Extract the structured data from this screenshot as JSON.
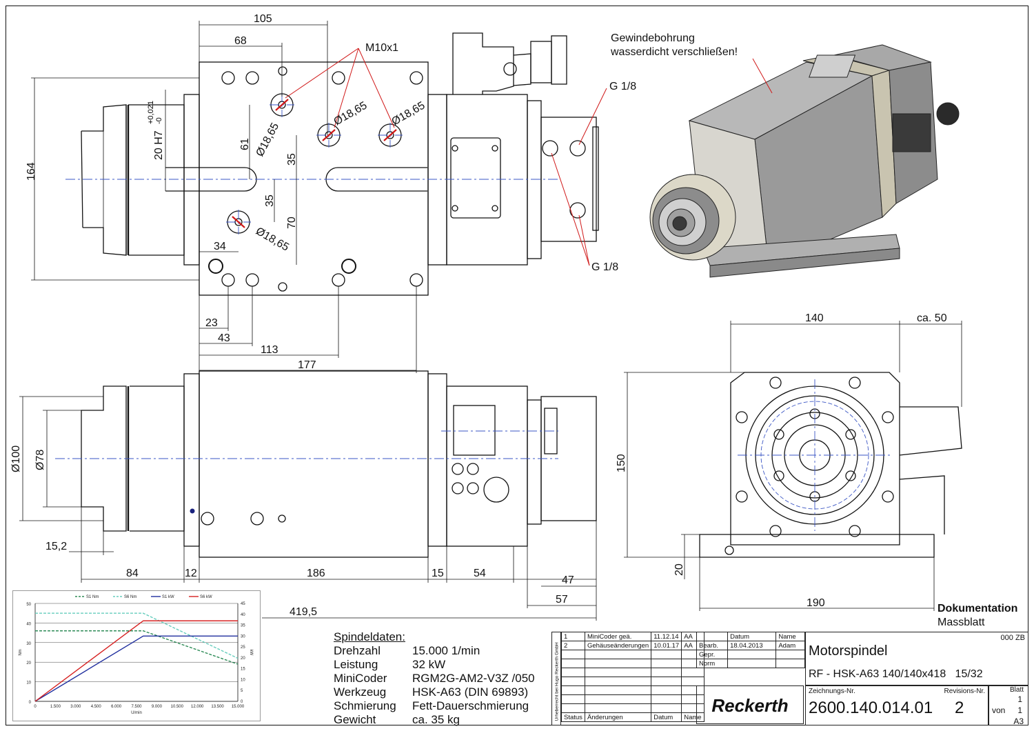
{
  "drawing": {
    "top_view": {
      "dims": [
        "105",
        "68",
        "164",
        "61",
        "35",
        "35",
        "70",
        "34",
        "23",
        "43",
        "113",
        "177"
      ],
      "fit_label": "20 H7",
      "fit_tol_upper": "+0,021",
      "fit_tol_lower": "-0",
      "hole_dia": "Ø18,65",
      "thread_label": "M10x1",
      "port_label": "G 1/8"
    },
    "side_view": {
      "dims": [
        "Ø100",
        "Ø78",
        "15,2",
        "84",
        "12",
        "186",
        "15",
        "54",
        "47",
        "57",
        "419,5"
      ]
    },
    "front_view": {
      "dims": [
        "140",
        "ca. 50",
        "150",
        "20",
        "190"
      ]
    },
    "iso_note_line1": "Gewindebohrung",
    "iso_note_line2": "wasserdicht verschließen!"
  },
  "chart_data": {
    "type": "line",
    "legend": [
      "S1 Nm",
      "S6 Nm",
      "S1 kW",
      "S6 kW"
    ],
    "x_ticks": [
      "0",
      "1.500",
      "3.000",
      "4.500",
      "6.000",
      "7.500",
      "9.000",
      "10.500",
      "12.000",
      "13.500",
      "15.000"
    ],
    "y_left_ticks": [
      "0",
      "10",
      "20",
      "30",
      "40",
      "50"
    ],
    "y_right_ticks": [
      "0",
      "5",
      "10",
      "15",
      "20",
      "25",
      "30",
      "35",
      "40",
      "45"
    ],
    "xlabel": "U/min",
    "ylabel_left": "Nm",
    "ylabel_right": "kW",
    "xlim": [
      0,
      15000
    ],
    "ylim_left": [
      0,
      50
    ],
    "ylim_right": [
      0,
      45
    ],
    "series": [
      {
        "name": "S1 Nm",
        "axis": "left",
        "color": "#2e8b57",
        "dash": true,
        "x": [
          0,
          8000,
          15000
        ],
        "y": [
          36,
          36,
          19
        ]
      },
      {
        "name": "S6 Nm",
        "axis": "left",
        "color": "#66cdbd",
        "dash": true,
        "x": [
          0,
          8000,
          15000
        ],
        "y": [
          45,
          45,
          22
        ]
      },
      {
        "name": "S1 kW",
        "axis": "right",
        "color": "#1f2e9e",
        "dash": false,
        "x": [
          0,
          8000,
          15000
        ],
        "y": [
          0,
          30,
          30
        ]
      },
      {
        "name": "S6 kW",
        "axis": "right",
        "color": "#d62020",
        "dash": false,
        "x": [
          0,
          8000,
          15000
        ],
        "y": [
          0,
          37,
          37
        ]
      }
    ],
    "grid": true
  },
  "spec": {
    "title": "Spindeldaten:",
    "rows": [
      {
        "k": "Drehzahl",
        "v": "15.000 1/min"
      },
      {
        "k": "Leistung",
        "v": "32 kW"
      },
      {
        "k": "MiniCoder",
        "v": "RGM2G-AM2-V3Z /050"
      },
      {
        "k": "Werkzeug",
        "v": "HSK-A63 (DIN 69893)"
      },
      {
        "k": "Schmierung",
        "v": "Fett-Dauerschmierung"
      },
      {
        "k": "Gewicht",
        "v": "ca. 35 kg"
      }
    ]
  },
  "titleblock": {
    "doc_label": "Dokumentation",
    "doc_sub": "Massblatt",
    "copyright": "Urheberrecht bei Hugo Reckerth GmbH",
    "revisions": [
      {
        "n": "1",
        "text": "MiniCoder geä.",
        "date": "11.12.14",
        "by": "AA"
      },
      {
        "n": "2",
        "text": "Gehäuseänderungen",
        "date": "10.01.17",
        "by": "AA"
      }
    ],
    "rev_headers": [
      "Status",
      "Änderungen",
      "Datum",
      "Name"
    ],
    "sig_headers": {
      "datum": "Datum",
      "name": "Name"
    },
    "sig_rows": [
      {
        "label": "Bearb.",
        "datum": "18.04.2013",
        "name": "Adam"
      },
      {
        "label": "Gepr.",
        "datum": "",
        "name": ""
      },
      {
        "label": "Norm",
        "datum": "",
        "name": ""
      }
    ],
    "company": "Reckerth",
    "code": "000 ZB",
    "title": "Motorspindel",
    "subtitle": "RF - HSK-A63 140/140x418   15/32",
    "drawing_no_label": "Zeichnungs-Nr.",
    "drawing_no": "2600.140.014.01",
    "rev_label": "Revisions-Nr.",
    "rev_no": "2",
    "sheet_label": "Blatt",
    "sheet_no": "1",
    "of_label": "von",
    "of_no": "1",
    "format": "A3"
  }
}
